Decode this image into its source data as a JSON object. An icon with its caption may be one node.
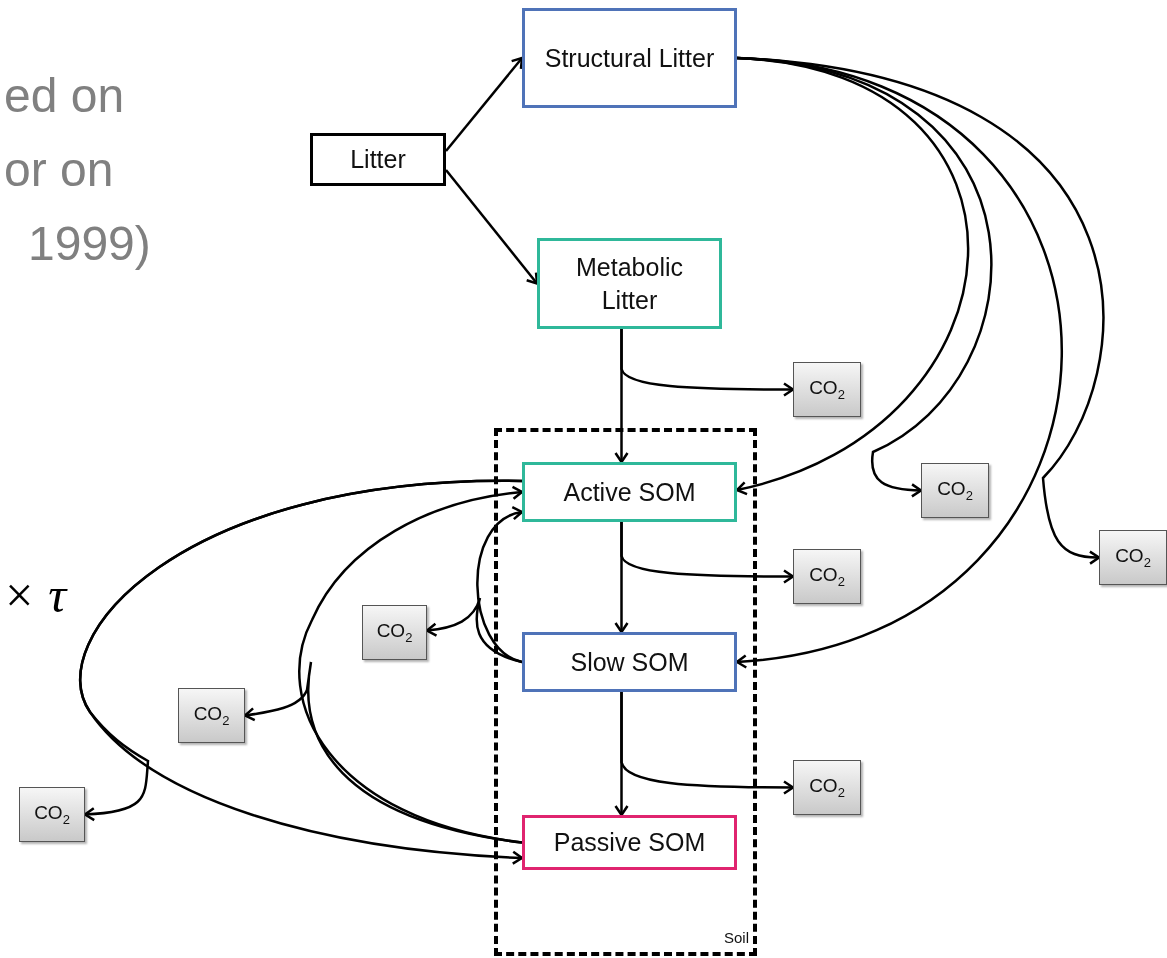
{
  "diagram": {
    "nodes": [
      {
        "text": [
          "Litter"
        ]
      },
      {
        "text": [
          "Structural Litter"
        ]
      },
      {
        "text": [
          "Metabolic Litter"
        ]
      },
      {
        "text": [
          "Soil"
        ]
      },
      {
        "text": [
          "Active SOM"
        ],
        "in": 3
      },
      {
        "text": [
          "Slow SOM"
        ],
        "in": 3
      },
      {
        "text": [
          "Passive SOM"
        ],
        "in": 3
      },
      {
        "text": [
          "CO$_{2}$"
        ]
      },
      {
        "text": [
          "CO$_{2}$"
        ]
      },
      {
        "text": [
          "CO$_{2}$"
        ]
      },
      {
        "text": [
          "CO$_{2}$"
        ]
      },
      {
        "text": [
          "CO$_{2}$"
        ]
      },
      {
        "text": [
          "CO$_{2}$"
        ]
      },
      {
        "text": [
          "CO$_{2}$"
        ]
      },
      {
        "text": [
          "CO$_{2}$"
        ]
      }
    ],
    "edges": [
      {
        "from": 0,
        "to": 1,
        "arrow": "to"
      },
      {
        "from": 0,
        "to": 2,
        "arrow": "to"
      },
      {
        "from": 2,
        "to": 4,
        "arrow": "to"
      },
      {
        "from": 2,
        "to": 7,
        "arrow": "to"
      },
      {
        "from": 1,
        "to": 4,
        "arrow": "to"
      },
      {
        "from": 1,
        "to": 8,
        "arrow": "to"
      },
      {
        "from": 1,
        "to": 5,
        "arrow": "to"
      },
      {
        "from": 1,
        "to": 9,
        "arrow": "to"
      },
      {
        "from": 4,
        "to": 5,
        "arrow": "to"
      },
      {
        "from": 4,
        "to": 10,
        "arrow": "to"
      },
      {
        "from": 5,
        "to": 6,
        "arrow": "to"
      },
      {
        "from": 5,
        "to": 14,
        "arrow": "to"
      },
      {
        "from": 5,
        "to": 4,
        "arrow": "to"
      },
      {
        "from": 5,
        "to": 11,
        "arrow": "to"
      },
      {
        "from": 4,
        "to": 6,
        "arrow": "to"
      },
      {
        "from": 4,
        "to": 13,
        "arrow": "to"
      },
      {
        "from": 6,
        "to": 4,
        "arrow": "to"
      },
      {
        "from": 6,
        "to": 12,
        "arrow": "to"
      }
    ],
    "labels": [
      "ed on",
      "or on",
      "1999)",
      "× τ"
    ]
  }
}
